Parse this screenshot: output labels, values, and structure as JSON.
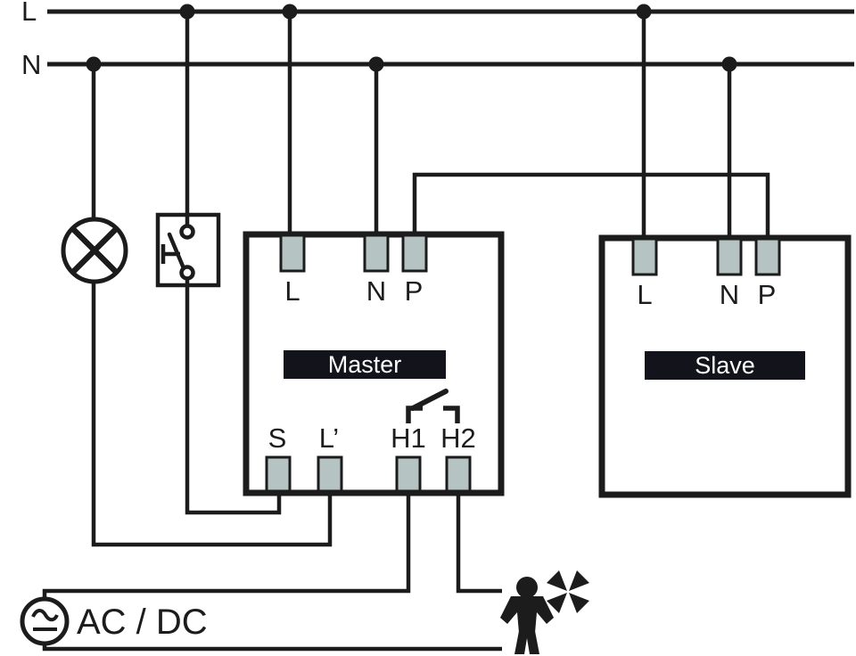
{
  "colors": {
    "ink": "#1c1c1c",
    "terminal_fill": "#b5c3c2",
    "label_bar_bg": "#13131b",
    "label_bar_text": "#ffffff",
    "background": "#ffffff"
  },
  "rails": {
    "live_label": "L",
    "neutral_label": "N"
  },
  "master": {
    "label": "Master",
    "top_terminals": [
      {
        "label": "L"
      },
      {
        "label": "N"
      },
      {
        "label": "P"
      }
    ],
    "bottom_terminals": [
      {
        "label": "S"
      },
      {
        "label": "L’"
      },
      {
        "label": "H1"
      },
      {
        "label": "H2"
      }
    ]
  },
  "slave": {
    "label": "Slave",
    "top_terminals": [
      {
        "label": "L"
      },
      {
        "label": "N"
      },
      {
        "label": "P"
      }
    ]
  },
  "source": {
    "label": "AC / DC"
  },
  "icons": {
    "lamp": "lamp-icon (circle with X, luminaire load)",
    "push_button": "push-button-icon (momentary switch in box)",
    "relay_contact": "relay-contact-icon (open contact between H1 and H2)",
    "ac_dc_source": "ac-dc-source-icon (circle with sine over line)",
    "motion_person": "motion-person-icon (walking person silhouette)",
    "movement_star": "movement-star-icon (four-blade motion star)"
  }
}
